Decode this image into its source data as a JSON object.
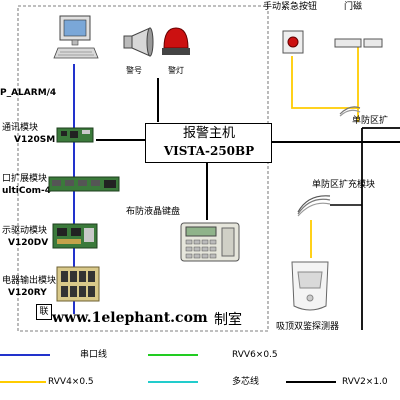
{
  "main_panel": {
    "title": "报警主机",
    "model": "VISTA-250BP"
  },
  "devices": {
    "alarm_pc_label": "P_ALARM/4",
    "comm_module": {
      "name": "通讯模块",
      "model": "V120SM"
    },
    "expansion_module": {
      "name": "口扩展模块",
      "model": "ultiCom-4"
    },
    "display_driver": {
      "name": "示驱动模块",
      "model": "V120DV"
    },
    "relay_output": {
      "name": "电器输出模块",
      "model": "V120RY"
    },
    "siren": "警号",
    "strobe": "警灯",
    "panic_button": "手动紧急按钮",
    "door_contact": "门磁",
    "zone_expander_top": "单防区扩",
    "zone_expander_mid": "单防区扩充模块",
    "lcd_keypad": "布防液晶键盘",
    "ceiling_detector": "吸顶双鉴探测器",
    "bottom_box_label": "联"
  },
  "watermark": {
    "url": "www.1elephant.com",
    "suffix": "制室"
  },
  "legend": [
    {
      "label": "串口线",
      "color": "#2233cc"
    },
    {
      "label": "RVV6×0.5",
      "color": "#22cc22"
    },
    {
      "label": "RVV4×0.5",
      "color": "#ffcc00"
    },
    {
      "label": "多芯线",
      "color": "#22cccc"
    },
    {
      "label": "RVV2×1.0",
      "color": "#000000"
    }
  ]
}
